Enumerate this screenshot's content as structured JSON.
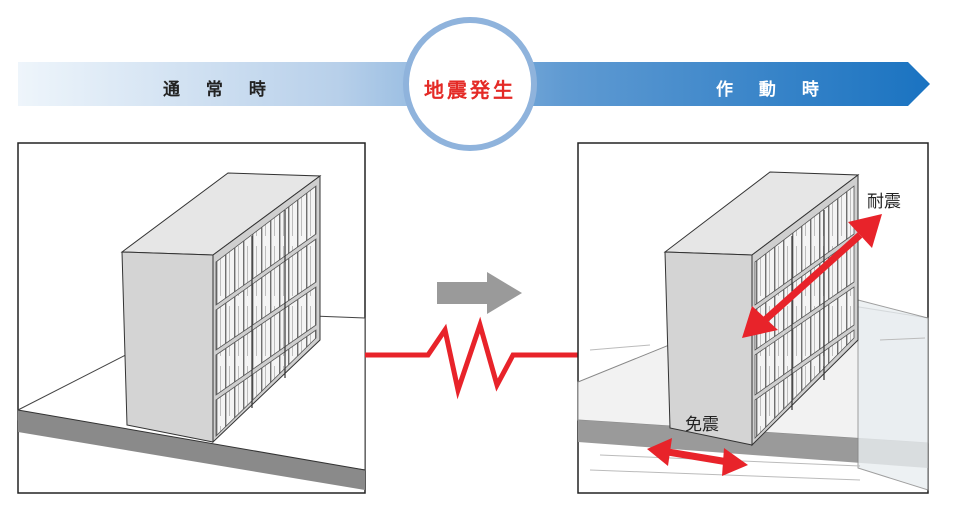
{
  "timeline": {
    "normal_label": "通 常 時",
    "event_label": "地震発生",
    "active_label": "作 動 時"
  },
  "callouts": {
    "seismic_resistant": "耐震",
    "seismic_isolation": "免震"
  },
  "colors": {
    "band_light": "#e8f1fa",
    "band_dark": "#1a73c1",
    "ring": "#8fb3dc",
    "event_text": "#e42a26",
    "arrow_red": "#e8232a",
    "wave_red": "#e8232a",
    "arrow_gray": "#9a9a9a",
    "cabinet_body": "#d9d9d9"
  }
}
